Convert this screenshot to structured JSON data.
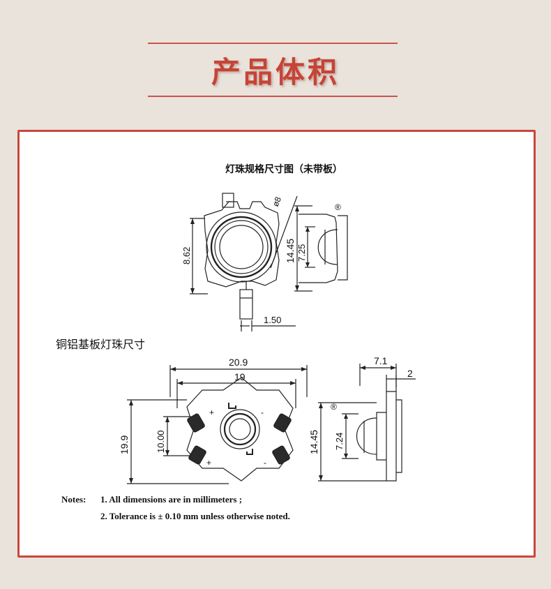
{
  "header": {
    "title": "产品体积"
  },
  "top_drawing": {
    "caption": "灯珠规格尺寸图（未带板）",
    "dims": {
      "dia": "ø8",
      "height": "8.62",
      "side_total": "14.45",
      "side_lens": "7.25",
      "lead": "1.50"
    }
  },
  "bottom_drawing": {
    "caption": "铜铝基板灯珠尺寸",
    "dims": {
      "outer_w": "20.9",
      "inner_w": "19",
      "outer_h": "19.9",
      "inner_h": "10.00",
      "side_total": "14.45",
      "side_lens": "7.24",
      "thickness": "7.1",
      "base": "2"
    }
  },
  "notes": {
    "label": "Notes:",
    "line1": "1. All dimensions are in millimeters ;",
    "line2": "2. Tolerance is ± 0.10 mm unless otherwise noted."
  },
  "marks": {
    "registered": "®",
    "plus": "+",
    "minus": "-"
  },
  "colors": {
    "accent": "#c64436",
    "frame_border": "#c9473c",
    "background": "#e9e3dc"
  }
}
